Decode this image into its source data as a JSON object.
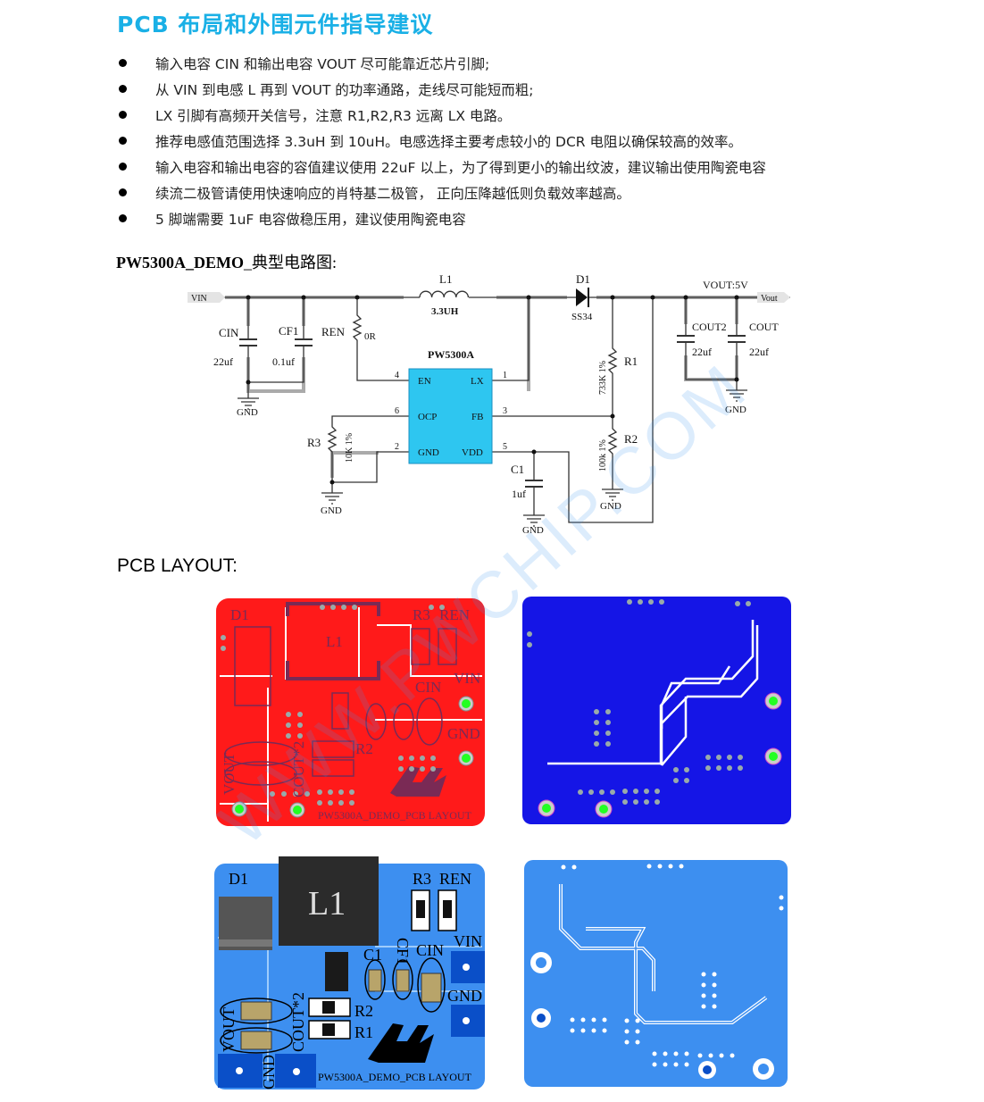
{
  "title": "PCB  布局和外围元件指导建议",
  "tips": [
    "输入电容 CIN 和输出电容 VOUT 尽可能靠近芯片引脚;",
    "从  VIN  到电感  L  再到  VOUT  的功率通路，走线尽可能短而粗;",
    "LX  引脚有高频开关信号，注意 R1,R2,R3 远离 LX 电路。",
    "推荐电感值范围选择  3.3uH  到  10uH。电感选择主要考虑较小的  DCR  电阻以确保较高的效率。",
    "输入电容和输出电容的容值建议使用  22uF  以上，为了得到更小的输出纹波，建议输出使用陶瓷电容",
    "续流二极管请使用快速响应的肖特基二极管，   正向压降越低则负载效率越高。",
    "5  脚端需要  1uF  电容做稳压用，建议使用陶瓷电容"
  ],
  "schematic": {
    "heading_bold": "PW5300A_DEMO",
    "heading_rest": "_典型电路图:",
    "vin": "VIN",
    "vout_port": "Vout",
    "vout_label": "VOUT:5V",
    "l1": "L1",
    "l1_val": "3.3UH",
    "d1": "D1",
    "d1_val": "SS34",
    "cin": "CIN",
    "cin_val": "22uf",
    "cf1": "CF1",
    "cf1_val": "0.1uf",
    "ren": "REN",
    "ren_val": "0R",
    "ic": "PW5300A",
    "pins": {
      "en": "EN",
      "lx": "LX",
      "ocp": "OCP",
      "fb": "FB",
      "gnd": "GND",
      "vdd": "VDD"
    },
    "pin_nums": {
      "en": "4",
      "lx": "1",
      "ocp": "6",
      "fb": "3",
      "gnd": "2",
      "vdd": "5"
    },
    "r1": "R1",
    "r1_val": "733K  1%",
    "r2": "R2",
    "r2_val": "100k  1%",
    "r3": "R3",
    "r3_val": "10K  1%",
    "c1": "C1",
    "c1_val": "1uf",
    "cout2": "COUT2",
    "cout2_val": "22uf",
    "cout": "COUT",
    "cout_val": "22uf",
    "gnd": "GND"
  },
  "pcb": {
    "heading": "PCB LAYOUT:",
    "labels": {
      "d1": "D1",
      "l1": "L1",
      "r3": "R3",
      "ren": "REN",
      "vin": "VIN",
      "cin": "CIN",
      "cf1": "CF1",
      "c1": "C1",
      "gnd": "GND",
      "r2": "R2",
      "r1": "R1",
      "vout": "VOUT",
      "cout": "COUT*2",
      "footer": "PW5300A_DEMO_PCB LAYOUT"
    }
  },
  "watermark": "WWW.PWCHIP.COM",
  "colors": {
    "accent": "#1ab0e6",
    "ic": "#2ec6f0",
    "top_copper": "#ff1a1a",
    "bottom_copper": "#1515e6",
    "board_3d": "#3d8ff0"
  }
}
